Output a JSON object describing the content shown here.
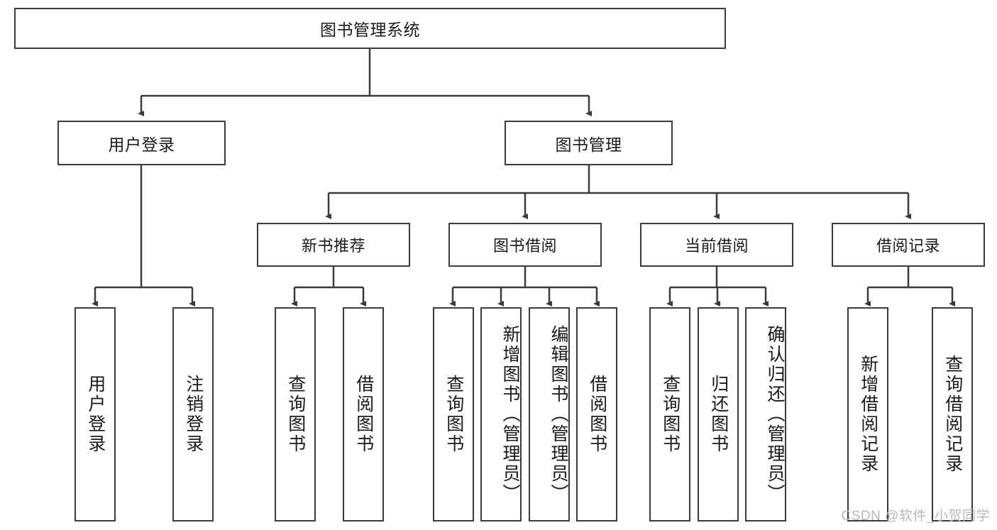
{
  "diagram": {
    "title": "图书管理系统",
    "type": "tree-hierarchy-diagram",
    "root": {
      "label": "图书管理系统"
    },
    "level1": [
      {
        "label": "用户登录"
      },
      {
        "label": "图书管理"
      }
    ],
    "level2": [
      {
        "label": "新书推荐"
      },
      {
        "label": "图书借阅"
      },
      {
        "label": "当前借阅"
      },
      {
        "label": "借阅记录"
      }
    ],
    "leaves": {
      "user_login": [
        {
          "label": "用户登录"
        },
        {
          "label": "注销登录"
        }
      ],
      "new_book_recommend": [
        {
          "label": "查询图书"
        },
        {
          "label": "借阅图书"
        }
      ],
      "book_borrow": [
        {
          "label": "查询图书"
        },
        {
          "label": "新增图书（管理员）"
        },
        {
          "label": "编辑图书（管理员）"
        },
        {
          "label": "借阅图书"
        }
      ],
      "current_borrow": [
        {
          "label": "查询图书"
        },
        {
          "label": "归还图书"
        },
        {
          "label": "确认归还（管理员）"
        }
      ],
      "borrow_record": [
        {
          "label": "新增借阅记录"
        },
        {
          "label": "查询借阅记录"
        }
      ]
    }
  },
  "watermark": {
    "text": "CSDN @软件_小贺同学"
  },
  "colors": {
    "border": "#3b3b3b",
    "background": "#ffffff",
    "text": "#1a1a1a",
    "watermark": "#b9b9b9"
  }
}
